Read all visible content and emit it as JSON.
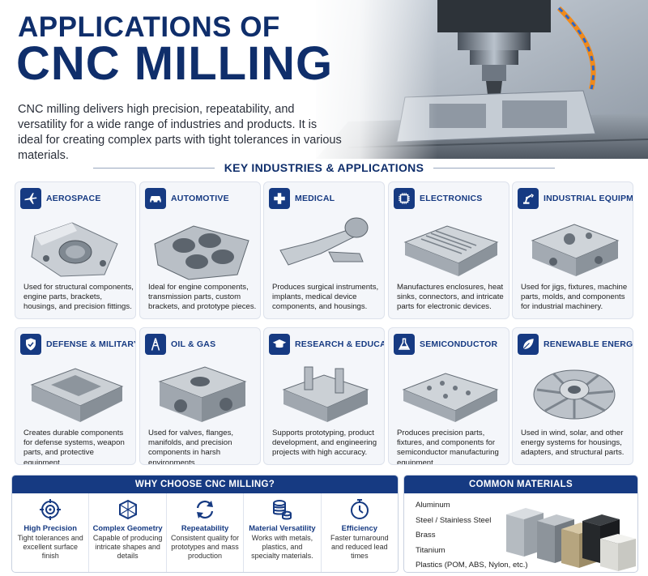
{
  "header": {
    "title_line1": "APPLICATIONS OF",
    "title_line2": "CNC MILLING",
    "intro": "CNC milling delivers high precision, repeatability, and versatility for a wide range of industries and products. It is ideal for creating complex parts with tight tolerances in various materials."
  },
  "section_title": "KEY INDUSTRIES & APPLICATIONS",
  "industries": [
    {
      "title": "AEROSPACE",
      "icon": "airplane-icon",
      "desc": "Used for structural components, engine parts, brackets, housings, and precision fittings."
    },
    {
      "title": "AUTOMOTIVE",
      "icon": "car-icon",
      "desc": "Ideal for engine components, transmission parts, custom brackets, and prototype pieces."
    },
    {
      "title": "MEDICAL",
      "icon": "medical-cross-icon",
      "desc": "Produces surgical instruments, implants, medical device components, and housings."
    },
    {
      "title": "ELECTRONICS",
      "icon": "chip-icon",
      "desc": "Manufactures enclosures, heat sinks, connectors, and intricate parts for electronic devices."
    },
    {
      "title": "INDUSTRIAL EQUIPMENT",
      "icon": "robot-arm-icon",
      "desc": "Used for jigs, fixtures, machine parts, molds, and components for industrial machinery."
    },
    {
      "title": "DEFENSE & MILITARY",
      "icon": "shield-icon",
      "desc": "Creates durable components for defense systems, weapon parts, and protective equipment."
    },
    {
      "title": "OIL & GAS",
      "icon": "oil-rig-icon",
      "desc": "Used for valves, flanges, manifolds, and precision components in harsh environments."
    },
    {
      "title": "RESEARCH & EDUCATION",
      "icon": "graduation-cap-icon",
      "desc": "Supports prototyping, product development, and engineering projects with high accuracy."
    },
    {
      "title": "SEMICONDUCTOR",
      "icon": "flask-icon",
      "desc": "Produces precision parts, fixtures, and components for semiconductor manufacturing equipment."
    },
    {
      "title": "RENEWABLE ENERGY",
      "icon": "leaf-icon",
      "desc": "Used in wind, solar, and other energy systems for housings, adapters, and structural parts."
    }
  ],
  "why": {
    "title": "WHY CHOOSE CNC MILLING?",
    "items": [
      {
        "title": "High Precision",
        "icon": "target-icon",
        "desc": "Tight tolerances and excellent surface finish"
      },
      {
        "title": "Complex Geometry",
        "icon": "cube-network-icon",
        "desc": "Capable of producing intricate shapes and details"
      },
      {
        "title": "Repeatability",
        "icon": "refresh-icon",
        "desc": "Consistent quality for prototypes and mass production"
      },
      {
        "title": "Material Versatility",
        "icon": "stack-coins-icon",
        "desc": "Works with metals, plastics, and specialty materials."
      },
      {
        "title": "Efficiency",
        "icon": "stopwatch-icon",
        "desc": "Faster turnaround and reduced lead times"
      }
    ]
  },
  "materials": {
    "title": "COMMON MATERIALS",
    "items": [
      "Aluminum",
      "Steel / Stainless Steel",
      "Brass",
      "Titanium",
      "Plastics (POM, ABS, Nylon, etc.)"
    ]
  },
  "colors": {
    "brand_navy": "#0f2e6b",
    "accent_blue": "#163a82",
    "card_bg": "#f4f6fa"
  }
}
